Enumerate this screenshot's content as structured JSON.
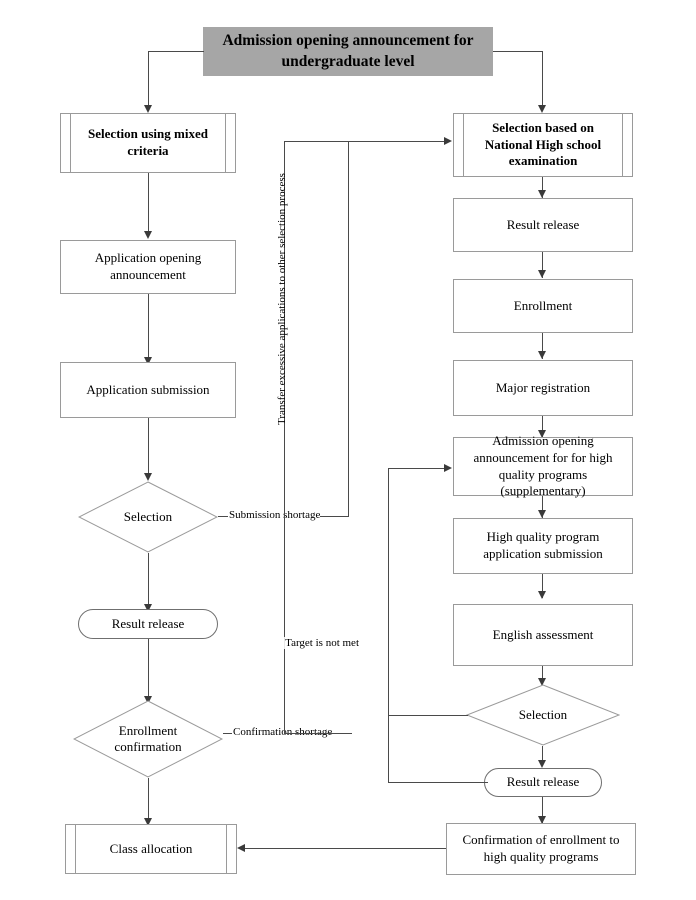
{
  "diagram": {
    "type": "flowchart",
    "title": "Admission opening announcement for undergraduate level",
    "colors": {
      "title_fill": "#a6a6a6",
      "box_stroke": "#9a9a9a",
      "connector": "#4a4a4a",
      "background": "#ffffff"
    },
    "nodes": {
      "title": "Admission opening announcement for undergraduate level",
      "left_selection": "Selection using mixed criteria",
      "application_opening": "Application opening announcement",
      "application_submission": "Application submission",
      "left_decision": "Selection",
      "left_result_release": "Result release",
      "enrollment_confirmation": "Enrollment confirmation",
      "class_allocation": "Class allocation",
      "right_selection": "Selection based on National High school examination",
      "right_result_release": "Result release",
      "enrollment": "Enrollment",
      "major_registration": "Major registration",
      "hq_announcement": "Admission opening announcement for for high quality programs (supplementary)",
      "hq_application": "High quality program application submission",
      "english_assessment": "English assessment",
      "right_decision": "Selection",
      "right_result_release2": "Result release",
      "confirmation_enrollment": "Confirmation of enrollment to high quality programs"
    },
    "edge_labels": {
      "transfer": "Transfer excessive applications to other selection process",
      "submission_shortage": "Submission shortage",
      "confirmation_shortage": "Confirmation shortage",
      "target_not_met": "Target is not met"
    }
  }
}
